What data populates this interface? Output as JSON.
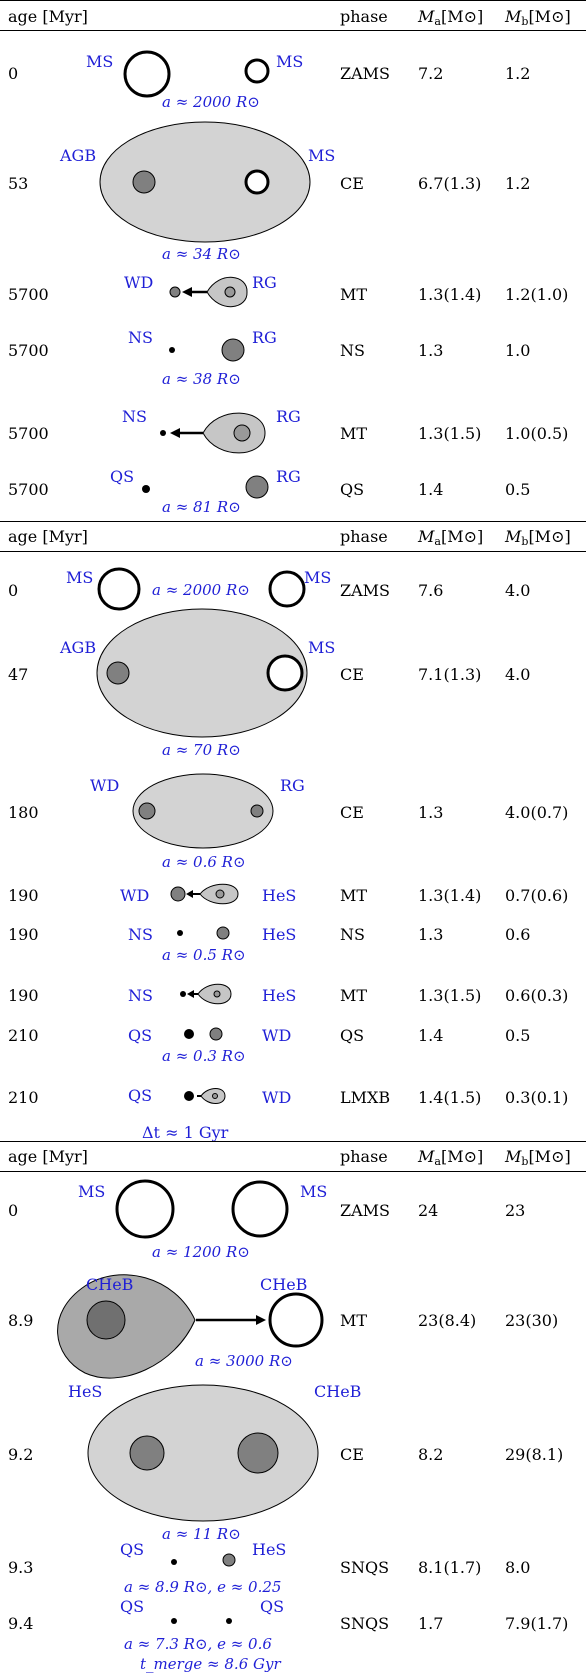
{
  "headers": {
    "age": "age [Myr]",
    "phase": "phase",
    "ma": "M",
    "ma_sub": "a",
    "mb": "M",
    "mb_sub": "b",
    "unit": "[M⊙]"
  },
  "sections": [
    {
      "rows": [
        {
          "age": "0",
          "phase": "ZAMS",
          "ma": "7.2",
          "mb": "1.2",
          "label_left": "MS",
          "label_right": "MS",
          "sep": "a ≈ 2000 R⊙"
        },
        {
          "age": "53",
          "phase": "CE",
          "ma": "6.7(1.3)",
          "mb": "1.2",
          "label_left": "AGB",
          "label_right": "MS",
          "sep": "a ≈ 34 R⊙"
        },
        {
          "age": "5700",
          "phase": "MT",
          "ma": "1.3(1.4)",
          "mb": "1.2(1.0)",
          "label_left": "WD",
          "label_right": "RG",
          "sep": ""
        },
        {
          "age": "5700",
          "phase": "NS",
          "ma": "1.3",
          "mb": "1.0",
          "label_left": "NS",
          "label_right": "RG",
          "sep": "a ≈ 38 R⊙"
        },
        {
          "age": "5700",
          "phase": "MT",
          "ma": "1.3(1.5)",
          "mb": "1.0(0.5)",
          "label_left": "NS",
          "label_right": "RG",
          "sep": ""
        },
        {
          "age": "5700",
          "phase": "QS",
          "ma": "1.4",
          "mb": "0.5",
          "label_left": "QS",
          "label_right": "RG",
          "sep": "a ≈ 81 R⊙"
        }
      ]
    },
    {
      "rows": [
        {
          "age": "0",
          "phase": "ZAMS",
          "ma": "7.6",
          "mb": "4.0",
          "label_left": "MS",
          "label_right": "MS",
          "sep": "a ≈ 2000 R⊙"
        },
        {
          "age": "47",
          "phase": "CE",
          "ma": "7.1(1.3)",
          "mb": "4.0",
          "label_left": "AGB",
          "label_right": "MS",
          "sep": "a ≈ 70 R⊙"
        },
        {
          "age": "180",
          "phase": "CE",
          "ma": "1.3",
          "mb": "4.0(0.7)",
          "label_left": "WD",
          "label_right": "RG",
          "sep": "a ≈ 0.6 R⊙"
        },
        {
          "age": "190",
          "phase": "MT",
          "ma": "1.3(1.4)",
          "mb": "0.7(0.6)",
          "label_left": "WD",
          "label_right": "HeS",
          "sep": ""
        },
        {
          "age": "190",
          "phase": "NS",
          "ma": "1.3",
          "mb": "0.6",
          "label_left": "NS",
          "label_right": "HeS",
          "sep": "a ≈ 0.5 R⊙"
        },
        {
          "age": "190",
          "phase": "MT",
          "ma": "1.3(1.5)",
          "mb": "0.6(0.3)",
          "label_left": "NS",
          "label_right": "HeS",
          "sep": ""
        },
        {
          "age": "210",
          "phase": "QS",
          "ma": "1.4",
          "mb": "0.5",
          "label_left": "QS",
          "label_right": "WD",
          "sep": "a ≈ 0.3 R⊙"
        },
        {
          "age": "210",
          "phase": "LMXB",
          "ma": "1.4(1.5)",
          "mb": "0.3(0.1)",
          "label_left": "QS",
          "label_right": "WD",
          "sep": ""
        }
      ],
      "footer": "Δt ≈ 1 Gyr"
    },
    {
      "rows": [
        {
          "age": "0",
          "phase": "ZAMS",
          "ma": "24",
          "mb": "23",
          "label_left": "MS",
          "label_right": "MS",
          "sep": "a ≈ 1200 R⊙"
        },
        {
          "age": "8.9",
          "phase": "MT",
          "ma": "23(8.4)",
          "mb": "23(30)",
          "label_left": "CHeB",
          "label_right": "CHeB",
          "sep": "a ≈ 3000 R⊙"
        },
        {
          "age": "9.2",
          "phase": "CE",
          "ma": "8.2",
          "mb": "29(8.1)",
          "label_left": "HeS",
          "label_right": "CHeB",
          "sep": "a ≈ 11 R⊙"
        },
        {
          "age": "9.3",
          "phase": "SNQS",
          "ma": "8.1(1.7)",
          "mb": "8.0",
          "label_left": "QS",
          "label_right": "HeS",
          "sep": "a ≈ 8.9 R⊙, e ≈ 0.25"
        },
        {
          "age": "9.4",
          "phase": "SNQS",
          "ma": "1.7",
          "mb": "7.9(1.7)",
          "label_left": "QS",
          "label_right": "QS",
          "sep": "a ≈ 7.3 R⊙, e ≈ 0.6",
          "extra": "t_merge ≈ 8.6 Gyr"
        }
      ]
    }
  ]
}
